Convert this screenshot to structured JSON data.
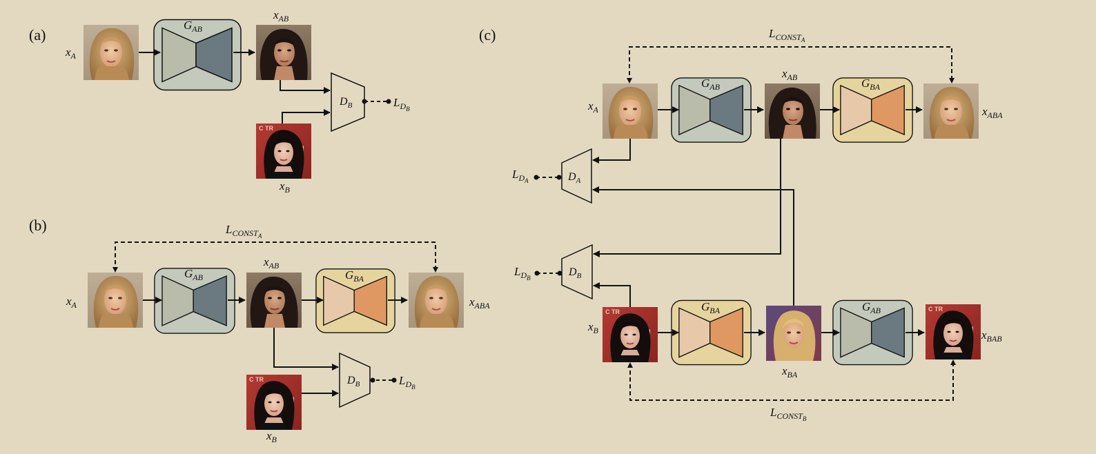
{
  "panels": {
    "a": "(a)",
    "b": "(b)",
    "c": "(c)"
  },
  "symbols": {
    "xA": {
      "base": "x",
      "sub": "A"
    },
    "xB": {
      "base": "x",
      "sub": "B"
    },
    "xAB": {
      "base": "x",
      "sub": "AB"
    },
    "xBA": {
      "base": "x",
      "sub": "BA"
    },
    "xABA": {
      "base": "x",
      "sub": "ABA"
    },
    "xBAB": {
      "base": "x",
      "sub": "BAB"
    },
    "LDB": {
      "base": "L",
      "sub": "D",
      "subsub": "B"
    },
    "LDA": {
      "base": "L",
      "sub": "D",
      "subsub": "A"
    },
    "LconstA": {
      "base": "L",
      "sub": "CONST",
      "subsub": "A"
    },
    "LconstB": {
      "base": "L",
      "sub": "CONST",
      "subsub": "B"
    }
  },
  "generators": {
    "GAB": {
      "base": "G",
      "sub": "AB"
    },
    "GBA": {
      "base": "G",
      "sub": "BA"
    }
  },
  "discriminators": {
    "DA": {
      "base": "D",
      "sub": "A"
    },
    "DB": {
      "base": "D",
      "sub": "B"
    }
  },
  "colors": {
    "background": "#e2d9c0",
    "gen_ab_fill": "#c3c9bb",
    "gen_ab_light": "#b9bbab",
    "gen_ab_dark": "#6a7a80",
    "gen_ba_fill": "#e6d49e",
    "gen_ba_light": "#e7c9aa",
    "gen_ba_dark": "#df9862",
    "face_blonde": "#c89a66",
    "face_dark": "#2c1e1a",
    "face_red_bg": "#a8302c"
  }
}
